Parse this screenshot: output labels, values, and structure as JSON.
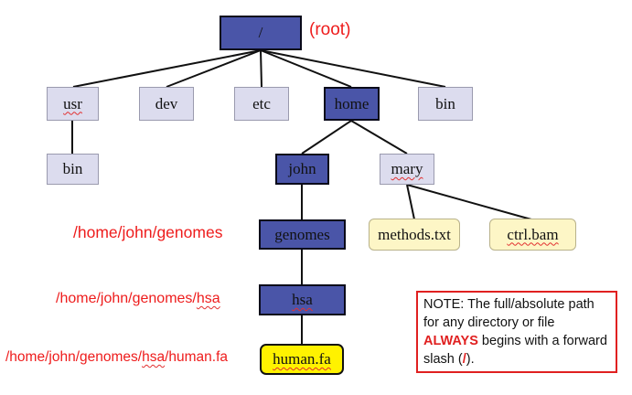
{
  "tree": {
    "root": "/",
    "root_note": "(root)",
    "top_level": [
      "usr",
      "dev",
      "etc",
      "home",
      "bin"
    ],
    "usr_children": [
      "bin"
    ],
    "home_children": [
      "john",
      "mary"
    ],
    "john_children": [
      "genomes"
    ],
    "mary_children": [
      "methods.txt",
      "ctrl.bam"
    ],
    "genomes_children": [
      "hsa"
    ],
    "hsa_children": [
      "human.fa"
    ]
  },
  "paths": {
    "genomes": "/home/john/genomes",
    "hsa_prefix": "/home/john/genomes/",
    "hsa_tail": "hsa",
    "human_prefix": "/home/john/genomes/",
    "human_mid": "hsa",
    "human_tail": "/human.fa"
  },
  "note": {
    "part1": "NOTE: The full/absolute path for any directory or file ",
    "emphasis": "ALWAYS",
    "part2": " begins with a forward slash (",
    "slash": "/",
    "part3": ")."
  },
  "colors": {
    "path_directory": "#4a55a8",
    "plain_directory": "#dcdcee",
    "file": "#fdf6c6",
    "target_file": "#fff200",
    "annotation": "#ee1c1c"
  }
}
